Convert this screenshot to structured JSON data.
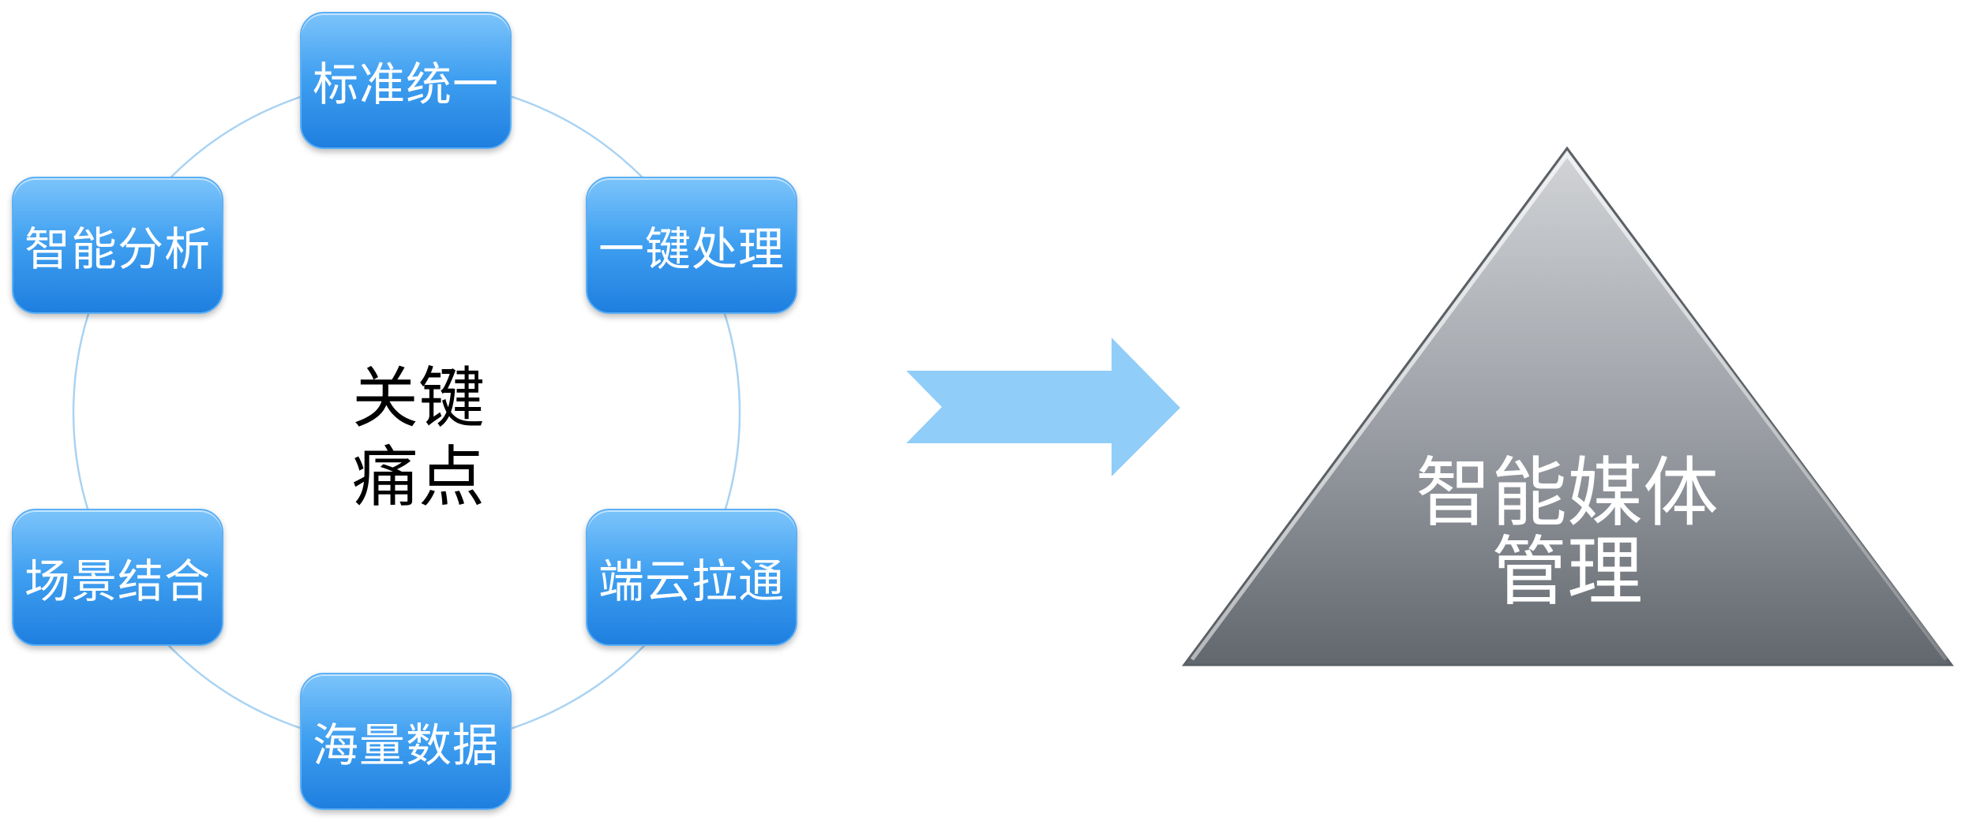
{
  "diagram": {
    "center": {
      "line1": "关键",
      "line2": "痛点"
    },
    "nodes": [
      {
        "label": "标准统一"
      },
      {
        "label": "一键处理"
      },
      {
        "label": "端云拉通"
      },
      {
        "label": "海量数据"
      },
      {
        "label": "场景结合"
      },
      {
        "label": "智能分析"
      }
    ],
    "result": {
      "line1": "智能媒体",
      "line2": "管理"
    },
    "colors": {
      "node_top": "#7cc4fb",
      "node_bottom": "#1f7fe0",
      "ring": "#a9d3f3",
      "arrow": "#90cdf8",
      "triangle_top": "#c9cbce",
      "triangle_bottom": "#6a6f76"
    }
  }
}
